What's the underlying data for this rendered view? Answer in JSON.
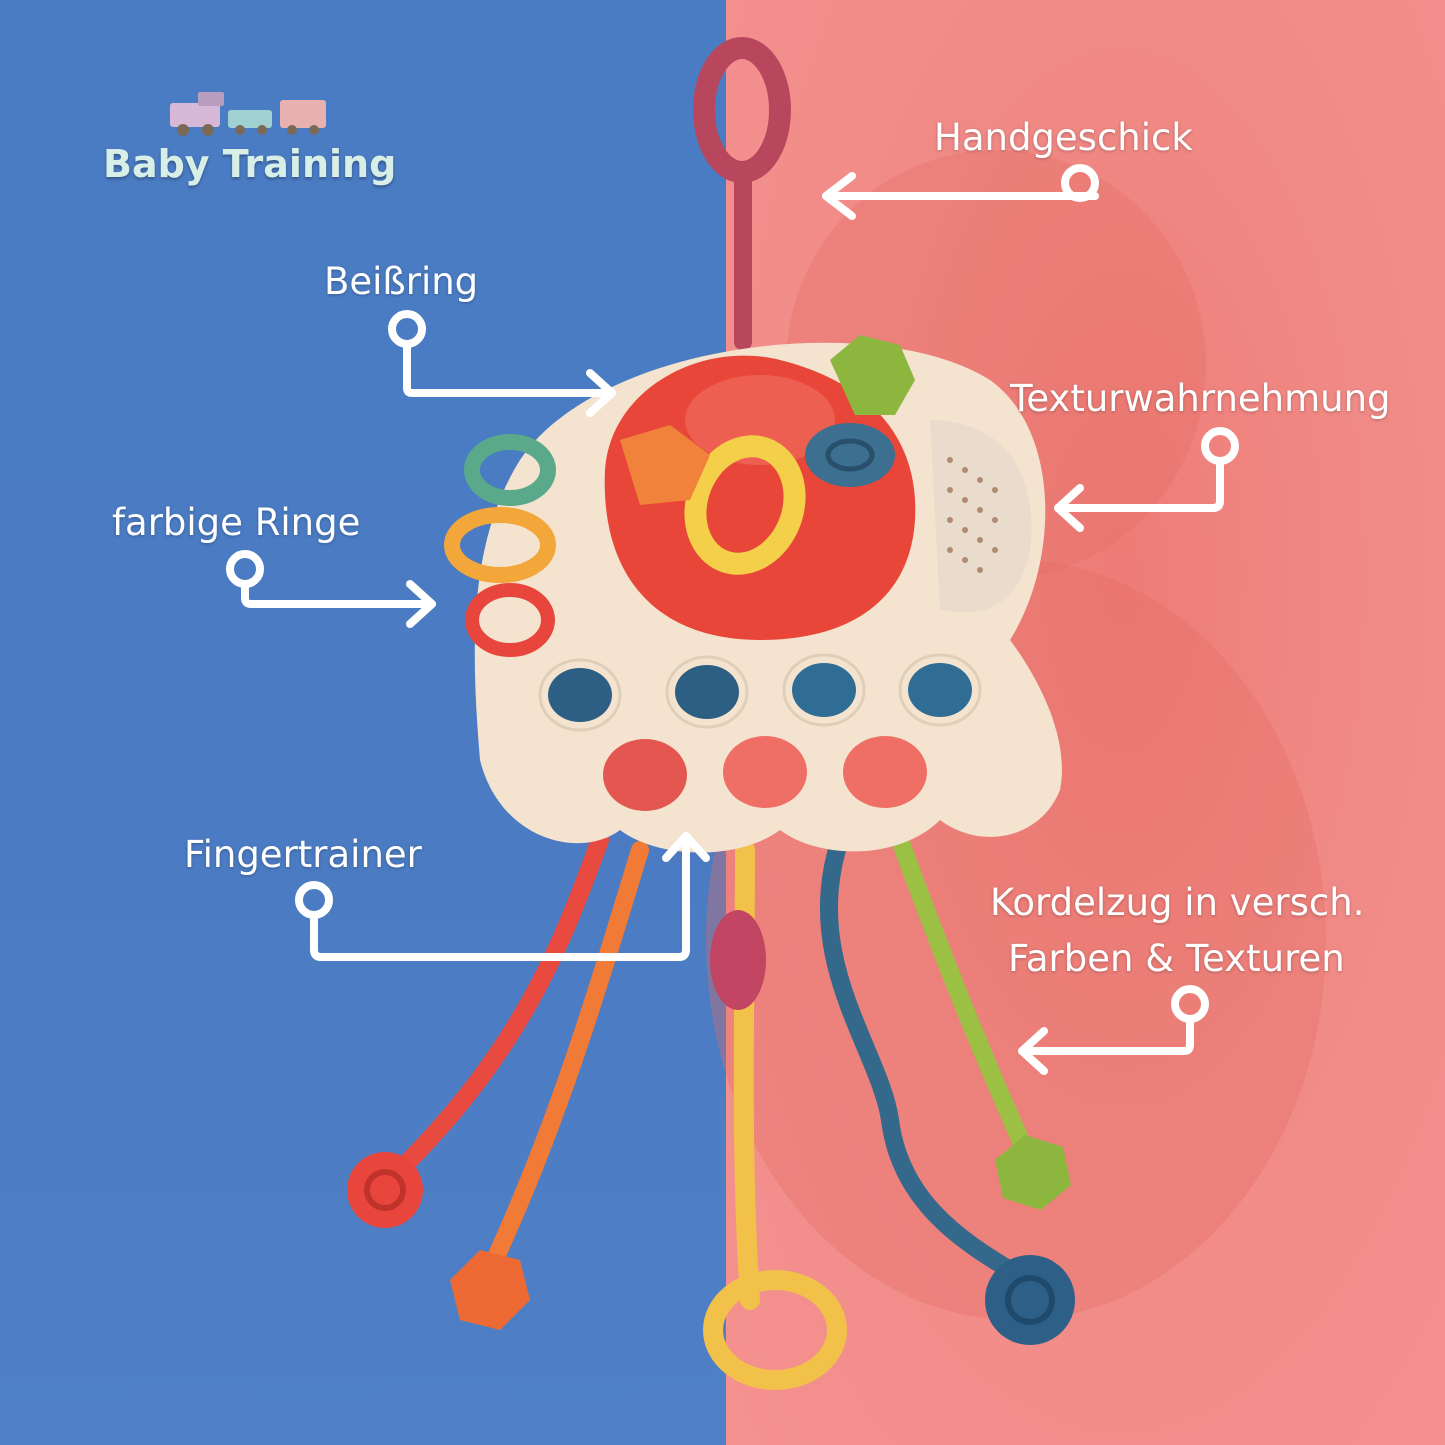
{
  "brand": {
    "name": "Baby Training",
    "logo_icon": "toy-train-icon"
  },
  "labels": {
    "handgeschick": "Handgeschick",
    "beissring": "Beißring",
    "texturwahrnehmung": "Texturwahrnehmung",
    "farbige_ringe": "farbige Ringe",
    "fingertrainer": "Fingertrainer",
    "kordelzug_line1": "Kordelzug in versch.",
    "kordelzug_line2": "Farben & Texturen"
  },
  "colors": {
    "left_background": "#4a7cc4",
    "right_background": "#f08a86",
    "annotation": "#ffffff",
    "toy_base": "#f3e3cf"
  }
}
